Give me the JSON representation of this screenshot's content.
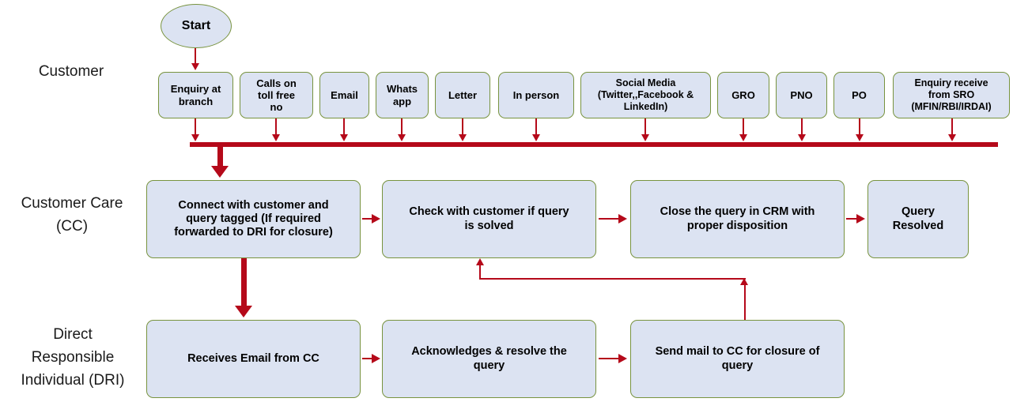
{
  "diagram": {
    "title": "Customer Query Handling Flowchart",
    "colors": {
      "node_fill": "#dce3f2",
      "node_border": "#78933f",
      "connector": "#b5091a",
      "label_text": "#1a1a1a",
      "node_text": "#000000",
      "background": "#ffffff"
    }
  },
  "lanes": [
    {
      "id": "customer",
      "label": "Customer"
    },
    {
      "id": "customer_care",
      "label": "Customer Care\n(CC)"
    },
    {
      "id": "dri",
      "label": "Direct\nResponsible\nIndividual (DRI)"
    }
  ],
  "nodes": {
    "start": "Start",
    "customer_channels": [
      "Enquiry at\nbranch",
      "Calls on\ntoll free\nno",
      "Email",
      "Whats\napp",
      "Letter",
      "In person",
      "Social Media\n(Twitter,,Facebook &\nLinkedIn)",
      "GRO",
      "PNO",
      "PO",
      "Enquiry receive\nfrom SRO\n(MFIN/RBI/IRDAI)"
    ],
    "customer_care_steps": [
      "Connect with customer and\nquery tagged (If required\nforwarded to DRI for closure)",
      "Check with customer if query\nis solved",
      "Close the query in CRM with\nproper disposition",
      "Query\nResolved"
    ],
    "dri_steps": [
      "Receives Email from CC",
      "Acknowledges & resolve the\nquery",
      "Send mail to CC for closure of\nquery"
    ]
  }
}
